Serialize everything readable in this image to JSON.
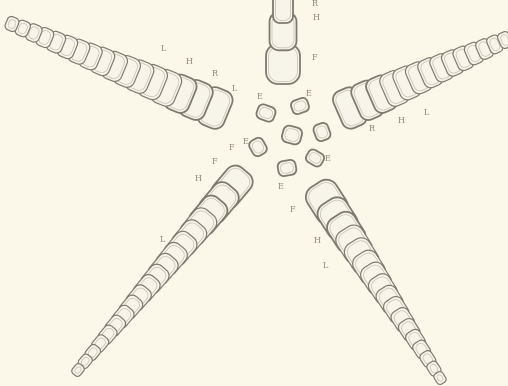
{
  "plate": {
    "subject": "Starfish skeleton plate illustration",
    "ink_color": "#7f7a6e",
    "plate_fill": "#f7f4ea",
    "background": "#fbf8ea",
    "labels": {
      "top_h": "H",
      "top_f": "F",
      "top_small": "R",
      "c_e1": "E",
      "c_e2": "E",
      "c_e3": "E",
      "c_e4": "E",
      "c_f1": "F",
      "c_e5": "E",
      "left_l": "L",
      "left_h1": "H",
      "left_r": "R",
      "left_small": "L",
      "right_h": "H",
      "right_l": "L",
      "right_r": "R",
      "ll_f": "F",
      "ll_h": "H",
      "ll_l": "L",
      "lr_f": "F",
      "lr_h": "H",
      "lr_l": "L"
    }
  }
}
